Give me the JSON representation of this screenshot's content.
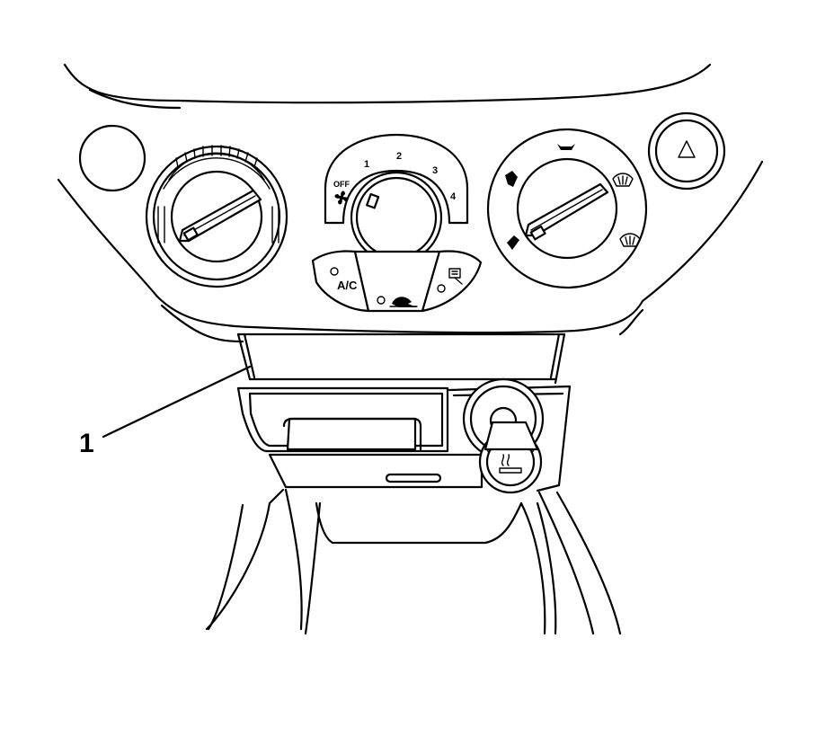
{
  "callout": {
    "number": "1"
  },
  "fan_dial": {
    "off_label": "OFF",
    "speeds": [
      "1",
      "2",
      "3",
      "4"
    ]
  },
  "buttons": {
    "ac_label": "A/C"
  },
  "icons": {
    "fan": "fan-icon",
    "hazard": "hazard-triangle-icon",
    "recirculation": "recirculation-icon",
    "rear_defrost": "rear-defrost-icon",
    "windshield_defrost": "windshield-defrost-icon",
    "cigarette_lighter": "cigarette-lighter-icon"
  }
}
